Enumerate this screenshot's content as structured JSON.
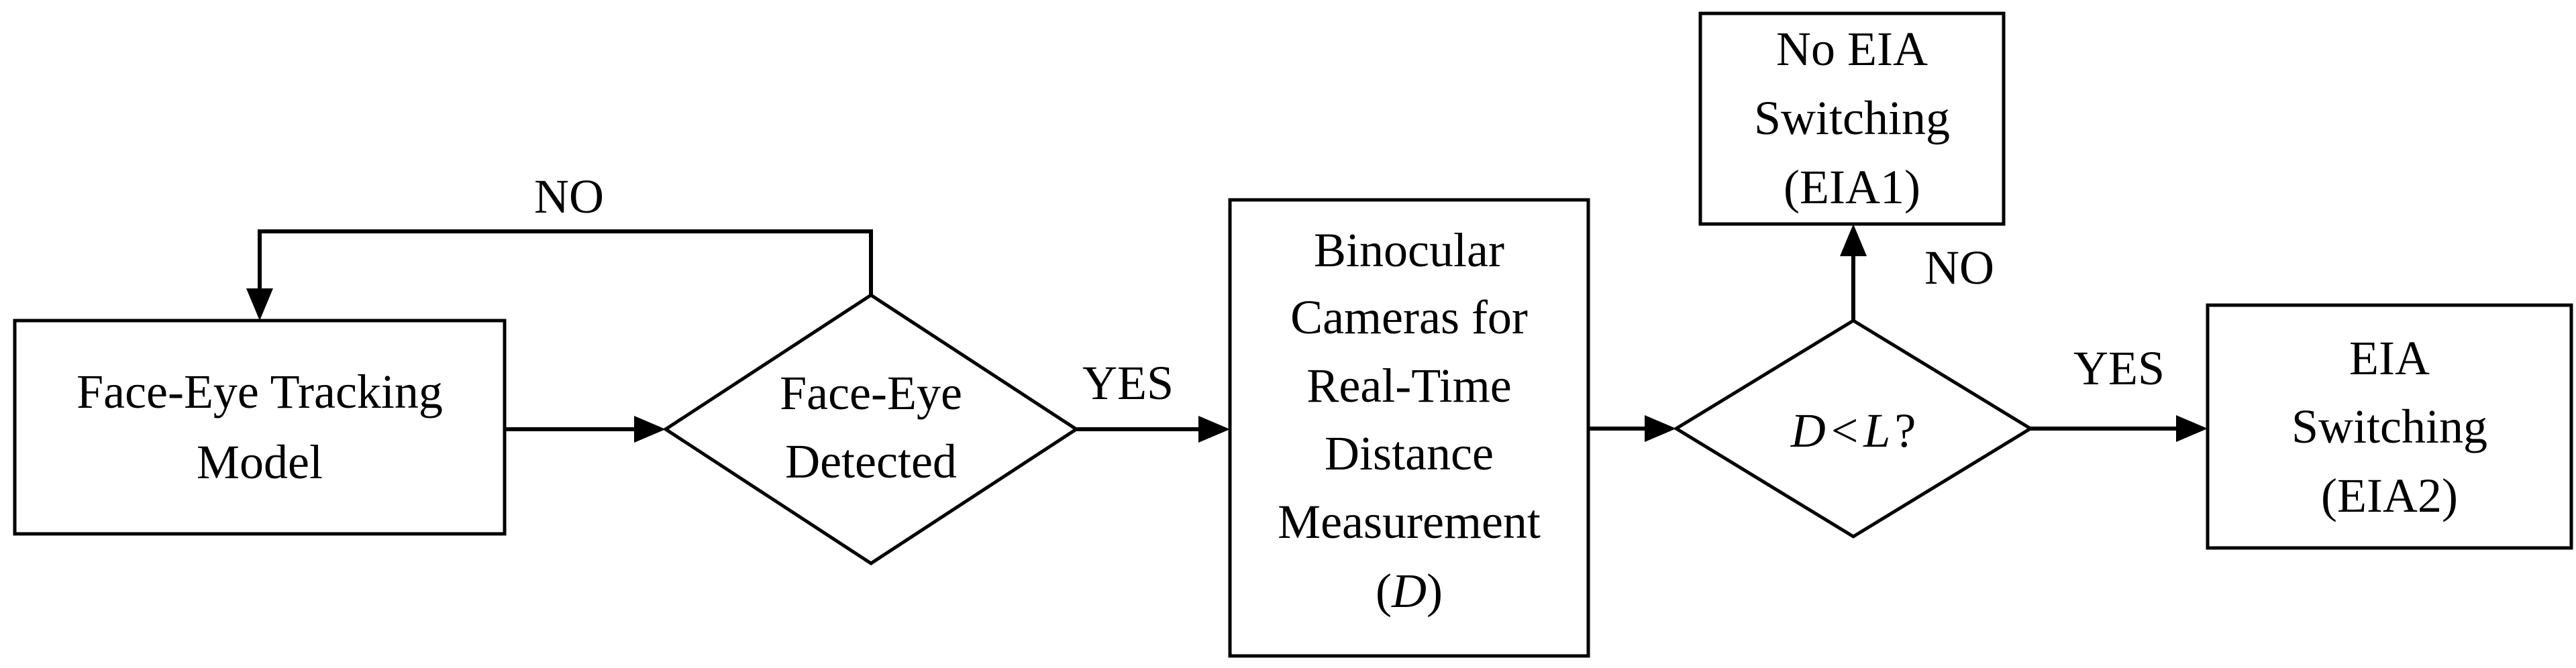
{
  "nodes": {
    "tracking_model": {
      "lines": [
        "Face-Eye Tracking",
        "Model"
      ]
    },
    "face_eye_decision": {
      "lines": [
        "Face-Eye",
        "Detected"
      ]
    },
    "distance_measurement": {
      "lines": [
        "Binocular",
        "Cameras for",
        "Real-Time",
        "Distance",
        "Measurement"
      ],
      "var_open": "(",
      "var": "D",
      "var_close": ")"
    },
    "distance_decision": {
      "d": "D",
      "lt": "<",
      "l": "L",
      "q": "?"
    },
    "no_switching": {
      "lines": [
        "No EIA",
        "Switching",
        "(EIA1)"
      ]
    },
    "switching": {
      "lines": [
        "EIA",
        "Switching",
        "(EIA2)"
      ]
    }
  },
  "edge_labels": {
    "face_no": "NO",
    "face_yes": "YES",
    "dist_no": "NO",
    "dist_yes": "YES"
  }
}
